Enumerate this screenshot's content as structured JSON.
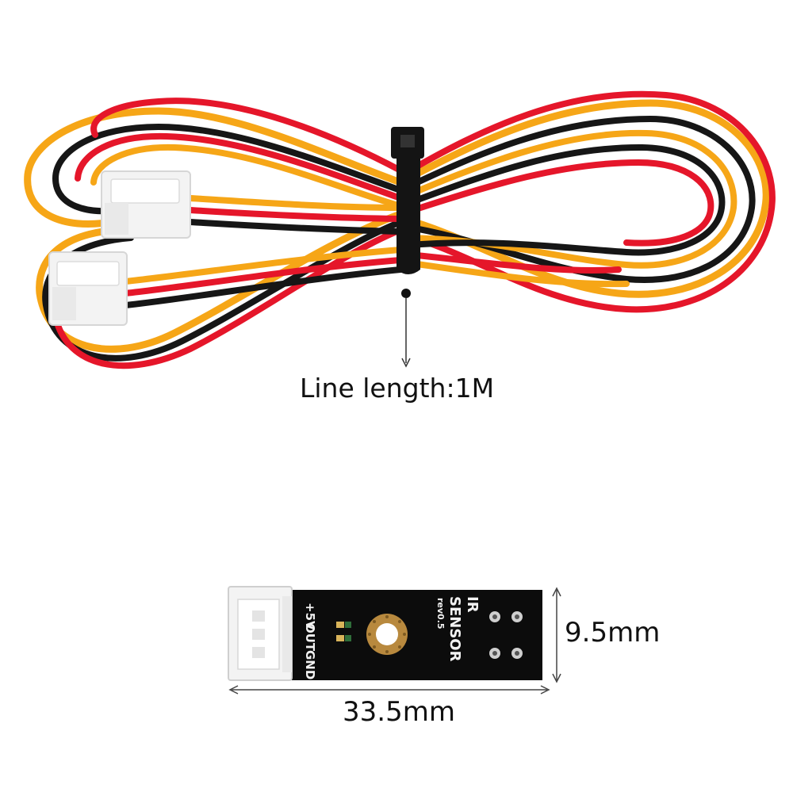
{
  "cable": {
    "length_label": "Line length:1M",
    "wire_colors": {
      "yellow": "#f6a617",
      "red": "#e5162a",
      "black": "#161616"
    },
    "tie_color": "#141414",
    "connector_color": "#f3f3f3"
  },
  "sensor": {
    "title_line1": "IR",
    "title_line2": "SENSOR",
    "revision": "rev0.5",
    "pins": [
      "+5V",
      "OUT",
      "GND"
    ],
    "board_color": "#0c0c0c",
    "width_label": "33.5mm",
    "height_label": "9.5mm"
  }
}
